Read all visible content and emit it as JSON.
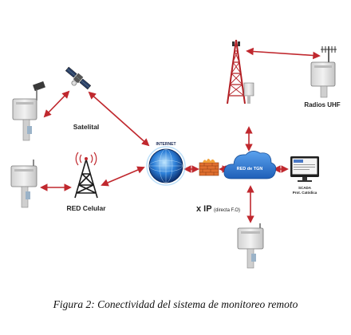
{
  "labels": {
    "satelital": "Satelital",
    "red_celular": "RED Celular",
    "internet": "INTERNET",
    "red_tgn": "RED de TGN",
    "radios_uhf": "Radios UHF",
    "x_ip": "x IP",
    "x_ip_sub": "(directa F.O)",
    "scada_line1": "SCADA",
    "scada_line2": "Prot. Catódica"
  },
  "caption": "Figura 2: Conectividad del sistema de monitoreo remoto",
  "colors": {
    "arrow": "#c0282e",
    "cloud": "#2f73c9",
    "globe": "#1a4a9c",
    "firewall": "#e0702f",
    "tower": "#c0282e",
    "equipment": "#e7e7e7"
  },
  "icons": [
    "satellite-icon",
    "cell-tower-icon",
    "globe-icon",
    "firewall-icon",
    "cloud-icon",
    "radio-tower-icon",
    "antenna-icon",
    "computer-icon",
    "monitoring-station-icon"
  ]
}
